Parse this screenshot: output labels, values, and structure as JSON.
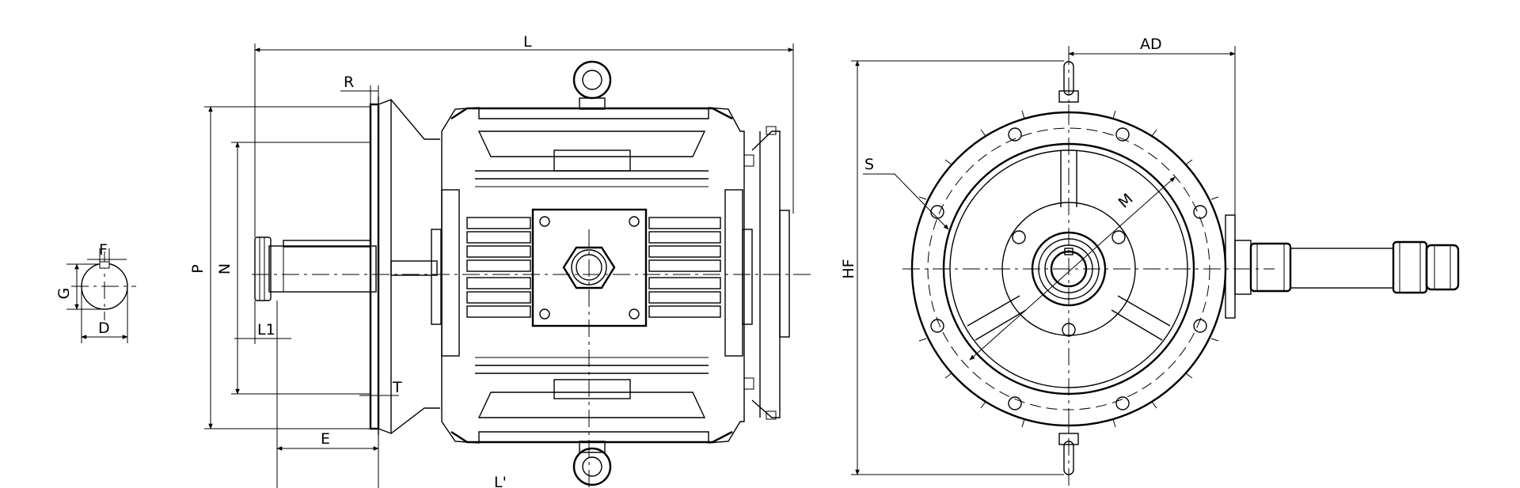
{
  "dimension_labels": {
    "L": "L",
    "R": "R",
    "P": "P",
    "N": "N",
    "L1": "L1",
    "T": "T",
    "E": "E",
    "F": "F",
    "G": "G",
    "D": "D",
    "AD": "AD",
    "S": "S",
    "M": "M",
    "HF": "HF",
    "partial_bottom": "L'"
  }
}
